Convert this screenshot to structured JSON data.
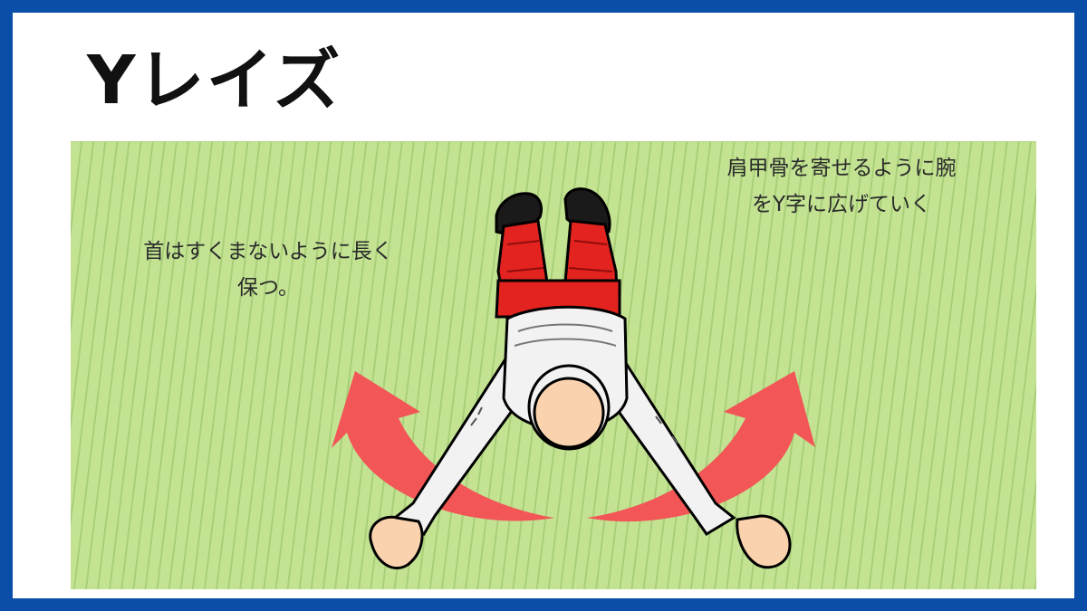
{
  "title": "Yレイズ",
  "captions": {
    "left": {
      "line1": "首はすくまないように長く",
      "line2": "保つ。"
    },
    "right": {
      "line1": "肩甲骨を寄せるように腕",
      "line2": "をY字に広げていく"
    }
  },
  "colors": {
    "frame": "#0a4ea8",
    "mat": "#c3e393",
    "mat_stripe": "#a9cf78",
    "arrow": "#f25656",
    "pants": "#e2231f",
    "skin": "#fad3ae",
    "shirt": "#f2f2f2"
  },
  "icons": {
    "left_arrow": "curved-arrow-up-left",
    "right_arrow": "curved-arrow-up-right",
    "figure": "person-lying-face-down"
  }
}
